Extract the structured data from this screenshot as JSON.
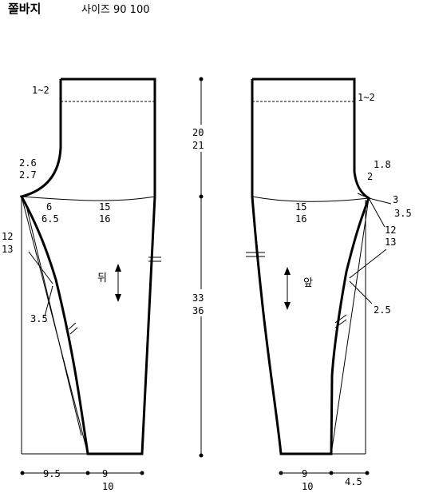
{
  "title": "쫄바지",
  "subtitle": "사이즈 90 100",
  "back": {
    "label": "뒤",
    "waistband": "1~2",
    "curve_depth": [
      "2.6",
      "2.7"
    ],
    "crotch_width": [
      "6",
      "6.5"
    ],
    "hip_width": [
      "15",
      "16"
    ],
    "inseam": [
      "12",
      "13"
    ],
    "curve_offset": "3.5",
    "hem_left": "9.5",
    "hem_width": [
      "9",
      "10"
    ]
  },
  "front": {
    "label": "앞",
    "waistband": "1~2",
    "curve_depth": [
      "1.8",
      "2"
    ],
    "crotch_ext": [
      "3",
      "3.5"
    ],
    "hip_width": [
      "15",
      "16"
    ],
    "inseam": [
      "12",
      "13"
    ],
    "curve_offset": "2.5",
    "hem_width": [
      "9",
      "10"
    ],
    "hem_right": "4.5"
  },
  "center": {
    "rise": [
      "20",
      "21"
    ],
    "leg_length": [
      "33",
      "36"
    ]
  }
}
